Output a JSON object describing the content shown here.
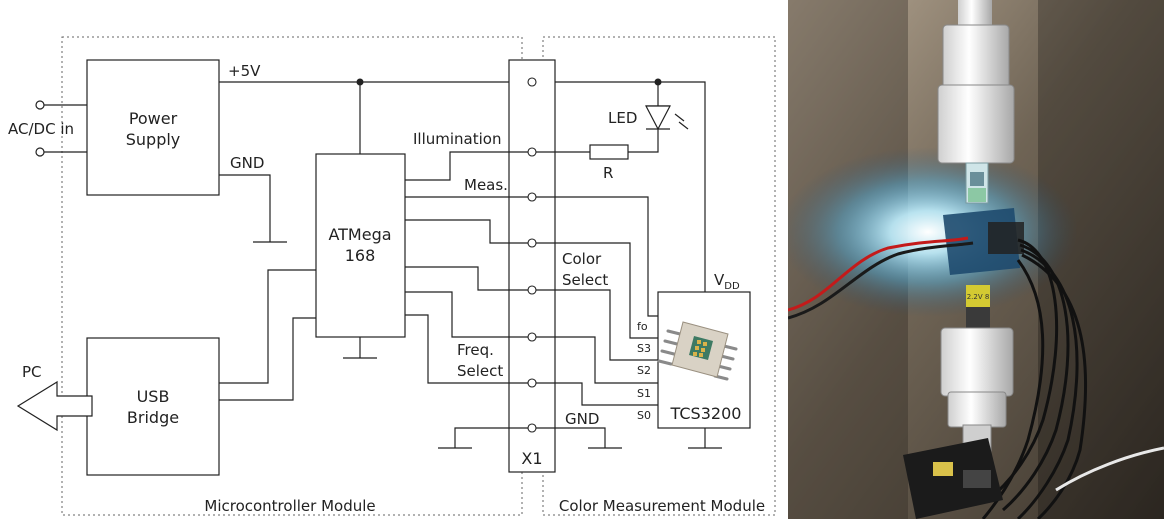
{
  "schematic": {
    "modules": {
      "microcontroller": "Microcontroller Module",
      "color_measurement": "Color Measurement Module"
    },
    "blocks": {
      "power_supply": [
        "Power",
        "Supply"
      ],
      "atmega": [
        "ATMega",
        "168"
      ],
      "usb_bridge": [
        "USB",
        "Bridge"
      ],
      "connector": "X1",
      "sensor": "TCS3200"
    },
    "labels": {
      "ac_dc_in": "AC/DC in",
      "pc": "PC",
      "plus5v": "+5V",
      "gnd_power": "GND",
      "gnd_x1": "GND",
      "illumination": "Illumination",
      "meas": "Meas.",
      "color_select": [
        "Color",
        "Select"
      ],
      "freq_select": [
        "Freq.",
        "Select"
      ],
      "led": "LED",
      "resistor": "R",
      "vdd": "V",
      "vdd_sub": "DD"
    },
    "sensor_pins": [
      "fo",
      "S3",
      "S2",
      "S1",
      "S0"
    ]
  },
  "photo": {
    "chip_label": "2.2V 8"
  }
}
